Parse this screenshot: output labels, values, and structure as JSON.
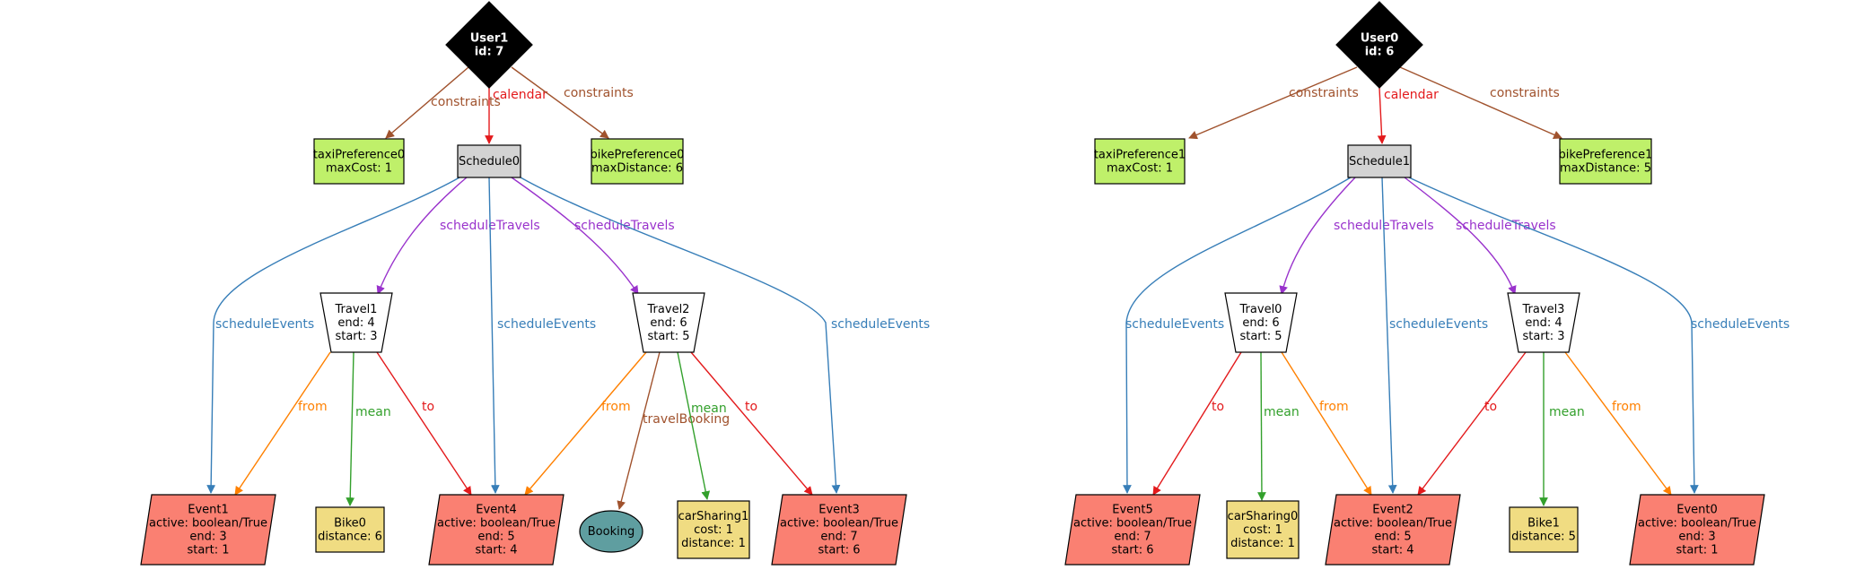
{
  "colors": {
    "user": "#000000",
    "schedule": "#d3d3d3",
    "preference": "#bff06a",
    "travel": "#ffffff",
    "event": "#fa8072",
    "transport": "#f0dc82",
    "booking": "#5f9ea0",
    "edge_constraints": "#a0522d",
    "edge_calendar": "#e31a1c",
    "edge_scheduleTravels": "#9932cc",
    "edge_scheduleEvents": "#377eb8",
    "edge_from": "#ff8000",
    "edge_mean": "#33a02c",
    "edge_to": "#e31a1c",
    "edge_travelBooking": "#a0522d"
  },
  "nodes": {
    "user1": {
      "lines": [
        "User1",
        "id: 7"
      ]
    },
    "taxiPreference0": {
      "lines": [
        "taxiPreference0",
        "maxCost: 1"
      ]
    },
    "schedule0": {
      "lines": [
        "Schedule0"
      ]
    },
    "bikePreference0": {
      "lines": [
        "bikePreference0",
        "maxDistance: 6"
      ]
    },
    "travel1": {
      "lines": [
        "Travel1",
        "end: 4",
        "start: 3"
      ]
    },
    "travel2": {
      "lines": [
        "Travel2",
        "end: 6",
        "start: 5"
      ]
    },
    "event1": {
      "lines": [
        "Event1",
        "active: boolean/True",
        "end: 3",
        "start: 1"
      ]
    },
    "bike0": {
      "lines": [
        "Bike0",
        "distance: 6"
      ]
    },
    "event4": {
      "lines": [
        "Event4",
        "active: boolean/True",
        "end: 5",
        "start: 4"
      ]
    },
    "booking": {
      "lines": [
        "Booking"
      ]
    },
    "carSharing1": {
      "lines": [
        "carSharing1",
        "cost: 1",
        "distance: 1"
      ]
    },
    "event3": {
      "lines": [
        "Event3",
        "active: boolean/True",
        "end: 7",
        "start: 6"
      ]
    },
    "user0": {
      "lines": [
        "User0",
        "id: 6"
      ]
    },
    "taxiPreference1": {
      "lines": [
        "taxiPreference1",
        "maxCost: 1"
      ]
    },
    "schedule1": {
      "lines": [
        "Schedule1"
      ]
    },
    "bikePreference1": {
      "lines": [
        "bikePreference1",
        "maxDistance: 5"
      ]
    },
    "travel0": {
      "lines": [
        "Travel0",
        "end: 6",
        "start: 5"
      ]
    },
    "travel3": {
      "lines": [
        "Travel3",
        "end: 4",
        "start: 3"
      ]
    },
    "event5": {
      "lines": [
        "Event5",
        "active: boolean/True",
        "end: 7",
        "start: 6"
      ]
    },
    "carSharing0": {
      "lines": [
        "carSharing0",
        "cost: 1",
        "distance: 1"
      ]
    },
    "event2": {
      "lines": [
        "Event2",
        "active: boolean/True",
        "end: 5",
        "start: 4"
      ]
    },
    "bike1": {
      "lines": [
        "Bike1",
        "distance: 5"
      ]
    },
    "event0": {
      "lines": [
        "Event0",
        "active: boolean/True",
        "end: 3",
        "start: 1"
      ]
    }
  },
  "edges": [
    {
      "id": "e1",
      "label": "constraints",
      "type": "constraints"
    },
    {
      "id": "e2",
      "label": "calendar",
      "type": "calendar"
    },
    {
      "id": "e3",
      "label": "constraints",
      "type": "constraints"
    },
    {
      "id": "e4",
      "label": "scheduleTravels",
      "type": "scheduleTravels"
    },
    {
      "id": "e5",
      "label": "scheduleTravels",
      "type": "scheduleTravels"
    },
    {
      "id": "e6",
      "label": "scheduleEvents",
      "type": "scheduleEvents"
    },
    {
      "id": "e7",
      "label": "scheduleEvents",
      "type": "scheduleEvents"
    },
    {
      "id": "e8",
      "label": "scheduleEvents",
      "type": "scheduleEvents"
    },
    {
      "id": "e9",
      "label": "from",
      "type": "from"
    },
    {
      "id": "e10",
      "label": "mean",
      "type": "mean"
    },
    {
      "id": "e11",
      "label": "to",
      "type": "to"
    },
    {
      "id": "e12",
      "label": "from",
      "type": "from"
    },
    {
      "id": "e13",
      "label": "travelBooking",
      "type": "travelBooking"
    },
    {
      "id": "e14",
      "label": "mean",
      "type": "mean"
    },
    {
      "id": "e15",
      "label": "to",
      "type": "to"
    },
    {
      "id": "e16",
      "label": "constraints",
      "type": "constraints"
    },
    {
      "id": "e17",
      "label": "calendar",
      "type": "calendar"
    },
    {
      "id": "e18",
      "label": "constraints",
      "type": "constraints"
    },
    {
      "id": "e19",
      "label": "scheduleTravels",
      "type": "scheduleTravels"
    },
    {
      "id": "e20",
      "label": "scheduleTravels",
      "type": "scheduleTravels"
    },
    {
      "id": "e21",
      "label": "scheduleEvents",
      "type": "scheduleEvents"
    },
    {
      "id": "e22",
      "label": "scheduleEvents",
      "type": "scheduleEvents"
    },
    {
      "id": "e23",
      "label": "scheduleEvents",
      "type": "scheduleEvents"
    },
    {
      "id": "e24",
      "label": "to",
      "type": "to"
    },
    {
      "id": "e25",
      "label": "mean",
      "type": "mean"
    },
    {
      "id": "e26",
      "label": "from",
      "type": "from"
    },
    {
      "id": "e27",
      "label": "to",
      "type": "to"
    },
    {
      "id": "e28",
      "label": "mean",
      "type": "mean"
    },
    {
      "id": "e29",
      "label": "from",
      "type": "from"
    }
  ]
}
